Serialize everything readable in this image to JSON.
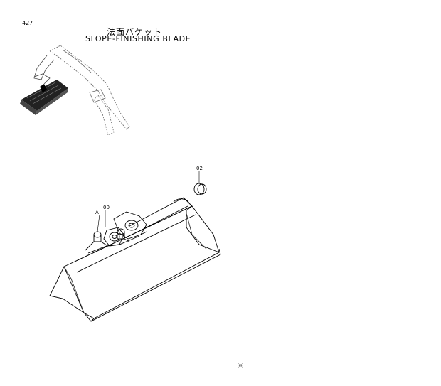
{
  "page": {
    "number": "427",
    "title_jp": "法面バケット",
    "title_en": "SLOPE-FINISHING  BLADE"
  },
  "callouts": {
    "part_00": "00",
    "part_02": "02",
    "view_a": "A"
  },
  "footer": {
    "mark": "ⓜ"
  }
}
